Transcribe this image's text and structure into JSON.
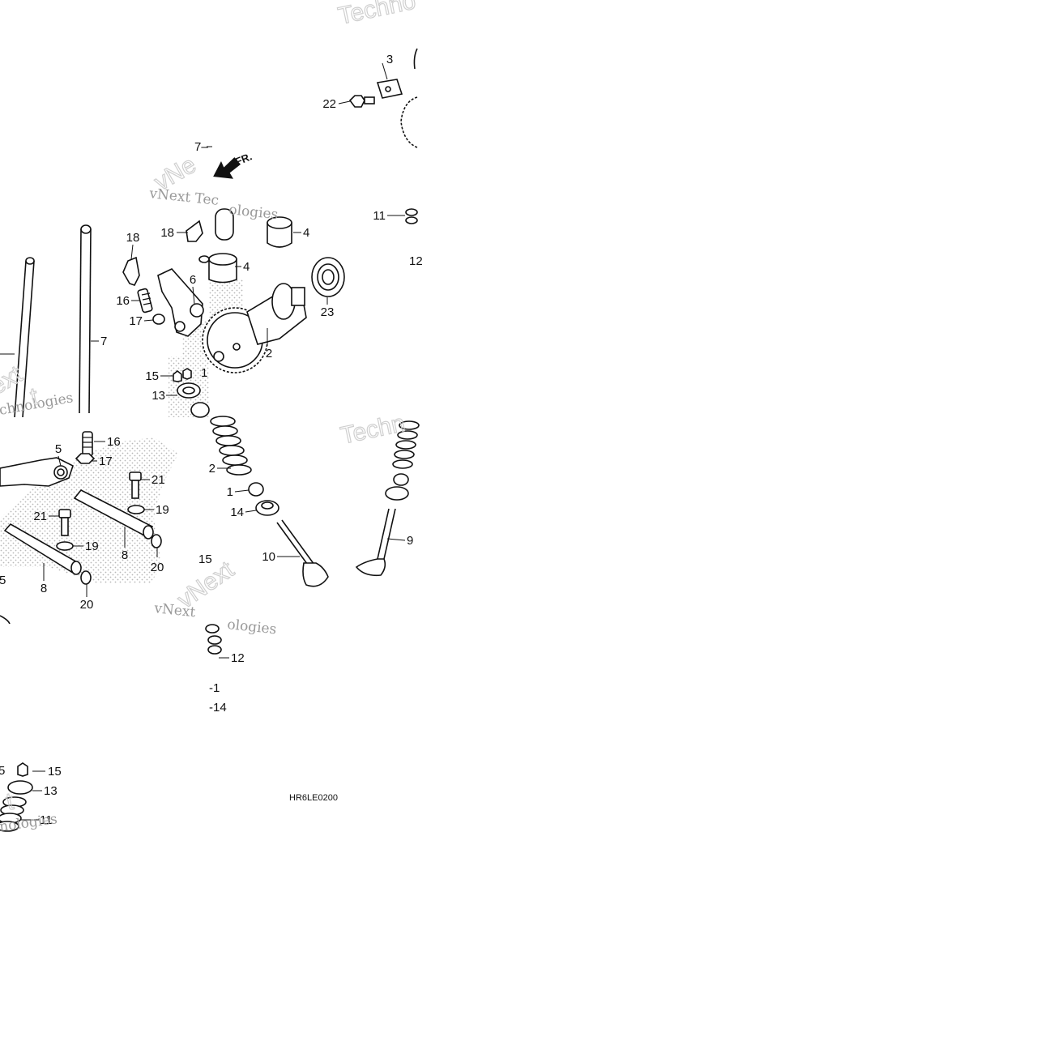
{
  "diagram": {
    "drawing_code": "HR6LE0200",
    "direction_label": "FR.",
    "watermark_text": "vNext Technologies",
    "watermark_words": {
      "vnext": "vNext",
      "technologies": "Technologies",
      "techno": "Techno",
      "partial_tec": "vNext Tec",
      "partial_ologies": "ologies",
      "partial_chnologies": "chnologies",
      "partial_ext": "ext",
      "partial_nologies": "nologies",
      "partial_vne": "vNe",
      "partial_techn": "Techn",
      "partial_t": "t"
    },
    "callouts": {
      "c1": "1",
      "c1b": "1",
      "c1c": "-1",
      "c2": "2",
      "c2b": "2",
      "c3": "3",
      "c4": "4",
      "c4b": "4",
      "c5": "5",
      "c5b": "5",
      "c5c": "5",
      "c6": "6",
      "c7": "7",
      "c7b": "7–",
      "c8": "8",
      "c8b": "8",
      "c9": "9",
      "c10": "10",
      "c11": "11",
      "c11b": "11",
      "c12": "12",
      "c12b": "12",
      "c13": "13",
      "c13b": "13",
      "c14": "14",
      "c14b": "-14",
      "c15": "15",
      "c15b": "15",
      "c15c": "15",
      "c16": "16",
      "c16b": "16",
      "c17": "17",
      "c17b": "17",
      "c18": "18",
      "c18b": "18",
      "c19": "19",
      "c19b": "19",
      "c20": "20",
      "c20b": "20",
      "c21": "21",
      "c21b": "21",
      "c22": "22",
      "c23": "23"
    }
  }
}
